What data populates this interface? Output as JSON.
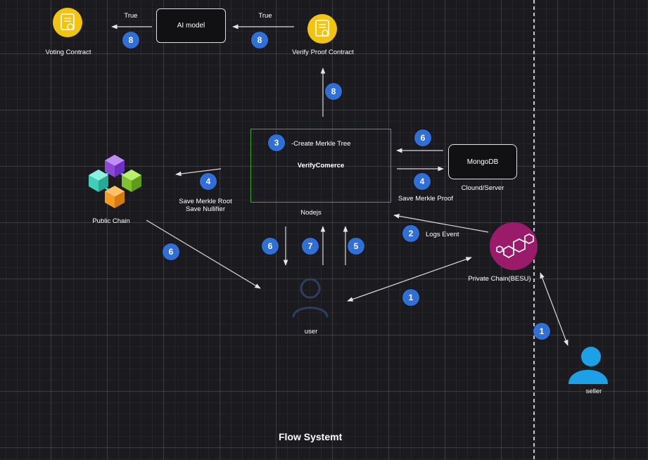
{
  "title": "Flow Systemt",
  "colors": {
    "background": "#1b1b1f",
    "badge": "#2f6fd6",
    "box_green": "#3fa63f",
    "contract_gold": "#f2c40f",
    "besu_pink": "#9b1b6b",
    "seller_blue": "#1ca0e8",
    "user_navy": "#2f3e5c"
  },
  "nodes": {
    "voting_contract": {
      "label": "Voting Contract",
      "icon": "certificate-icon"
    },
    "ai_model": {
      "label": "AI model"
    },
    "verify_proof_contract": {
      "label": "Verify Proof Contract",
      "icon": "certificate-icon"
    },
    "verify_commerce": {
      "line1": "-Create Merkle Tree",
      "name": "VerifyComerce",
      "caption": "Nodejs"
    },
    "mongodb": {
      "label": "MongoDB",
      "caption": "Clound/Server"
    },
    "public_chain": {
      "label": "Public Chain",
      "icon": "blockchain-cubes-icon"
    },
    "private_chain": {
      "label": "Private Chain(BESU)",
      "icon": "besu-icon"
    },
    "user": {
      "label": "user",
      "icon": "user-icon"
    },
    "seller": {
      "label": "seller",
      "icon": "user-icon"
    }
  },
  "edge_labels": {
    "true_1": "True",
    "true_2": "True",
    "save_merkle_root": "Save Merkle Root",
    "save_nullifier": "Save Nullifier",
    "save_merkle_proof": "Save Merkle Proof",
    "logs_event": "Logs Event"
  },
  "steps": {
    "ai_to_voting": "8",
    "verify_to_ai": "8",
    "commerce_to_verify": "8",
    "mongo_to_commerce": "6",
    "commerce_create_tree": "3",
    "commerce_to_public": "4",
    "commerce_to_mongo": "4",
    "besu_to_commerce": "2",
    "public_to_user": "6",
    "commerce_to_user": "6",
    "user_to_commerce_7": "7",
    "user_to_commerce_5": "5",
    "user_besu": "1",
    "seller_besu": "1"
  }
}
